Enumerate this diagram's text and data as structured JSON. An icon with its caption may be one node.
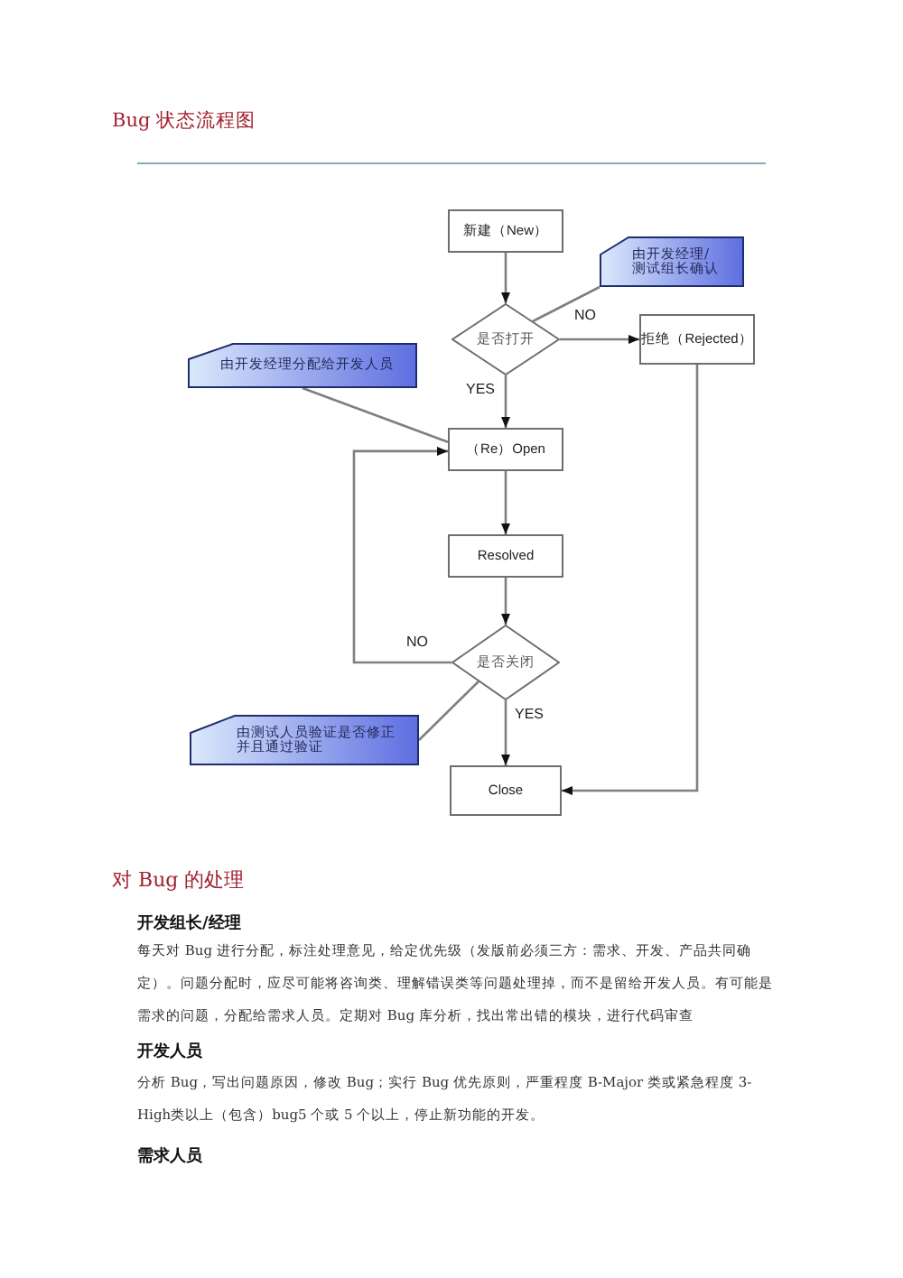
{
  "diagram": {
    "title": "Bug 状态流程图",
    "nodes": [
      {
        "text": [
          "新建（New）"
        ]
      },
      {
        "text": [
          "由开发经理/测试组长确认"
        ]
      },
      {
        "text": [
          "是否打开"
        ]
      },
      {
        "text": [
          "拒绝（Rejected）"
        ]
      },
      {
        "text": [
          "由开发经理分配给开发人员"
        ]
      },
      {
        "text": [
          "（Re）Open"
        ]
      },
      {
        "text": [
          "Resolved"
        ]
      },
      {
        "text": [
          "是否关闭"
        ]
      },
      {
        "text": [
          "由测试人员验证是否修正并且通过验证"
        ]
      },
      {
        "text": [
          "Close"
        ]
      }
    ],
    "edges": [
      {
        "from": 0,
        "to": 2,
        "arrow": "to"
      },
      {
        "from": 2,
        "to": 3,
        "arrow": "to",
        "label": "NO"
      },
      {
        "from": 2,
        "to": 5,
        "arrow": "to",
        "label": "YES"
      },
      {
        "from": 5,
        "to": 6,
        "arrow": "to"
      },
      {
        "from": 6,
        "to": 7,
        "arrow": "to"
      },
      {
        "from": 7,
        "to": 5,
        "arrow": "to",
        "label": "NO"
      },
      {
        "from": 7,
        "to": 9,
        "arrow": "to",
        "label": "YES"
      },
      {
        "from": 3,
        "to": 9,
        "arrow": "to"
      },
      {
        "from": 1,
        "to": 2,
        "arrow": "none"
      },
      {
        "from": 4,
        "to": 5,
        "arrow": "none"
      },
      {
        "from": 8,
        "to": 7,
        "arrow": "none"
      }
    ],
    "labels": [
      "对 Bug 的处理",
      "开发组长/经理",
      "每天对 Bug 进行分配，标注处理意见，给定优先级（发版前必须三方：需求、开发、产品共同确定）。问题分配时，应尽可能将咨询类、理解错误类等问题处理掉，而不是留给开发人员。有可能是需求的问题，分配给需求人员。定期对 Bug 库分析，找出常出错的模块，进行代码审查",
      "开发人员",
      "分析 Bug，写出问题原因，修改 Bug；实行 Bug 优先原则，严重程度 B-Major 类或紧急程度 3-High类以上（包含）bug5 个或 5 个以上，停止新功能的开发。",
      "需求人员"
    ]
  }
}
